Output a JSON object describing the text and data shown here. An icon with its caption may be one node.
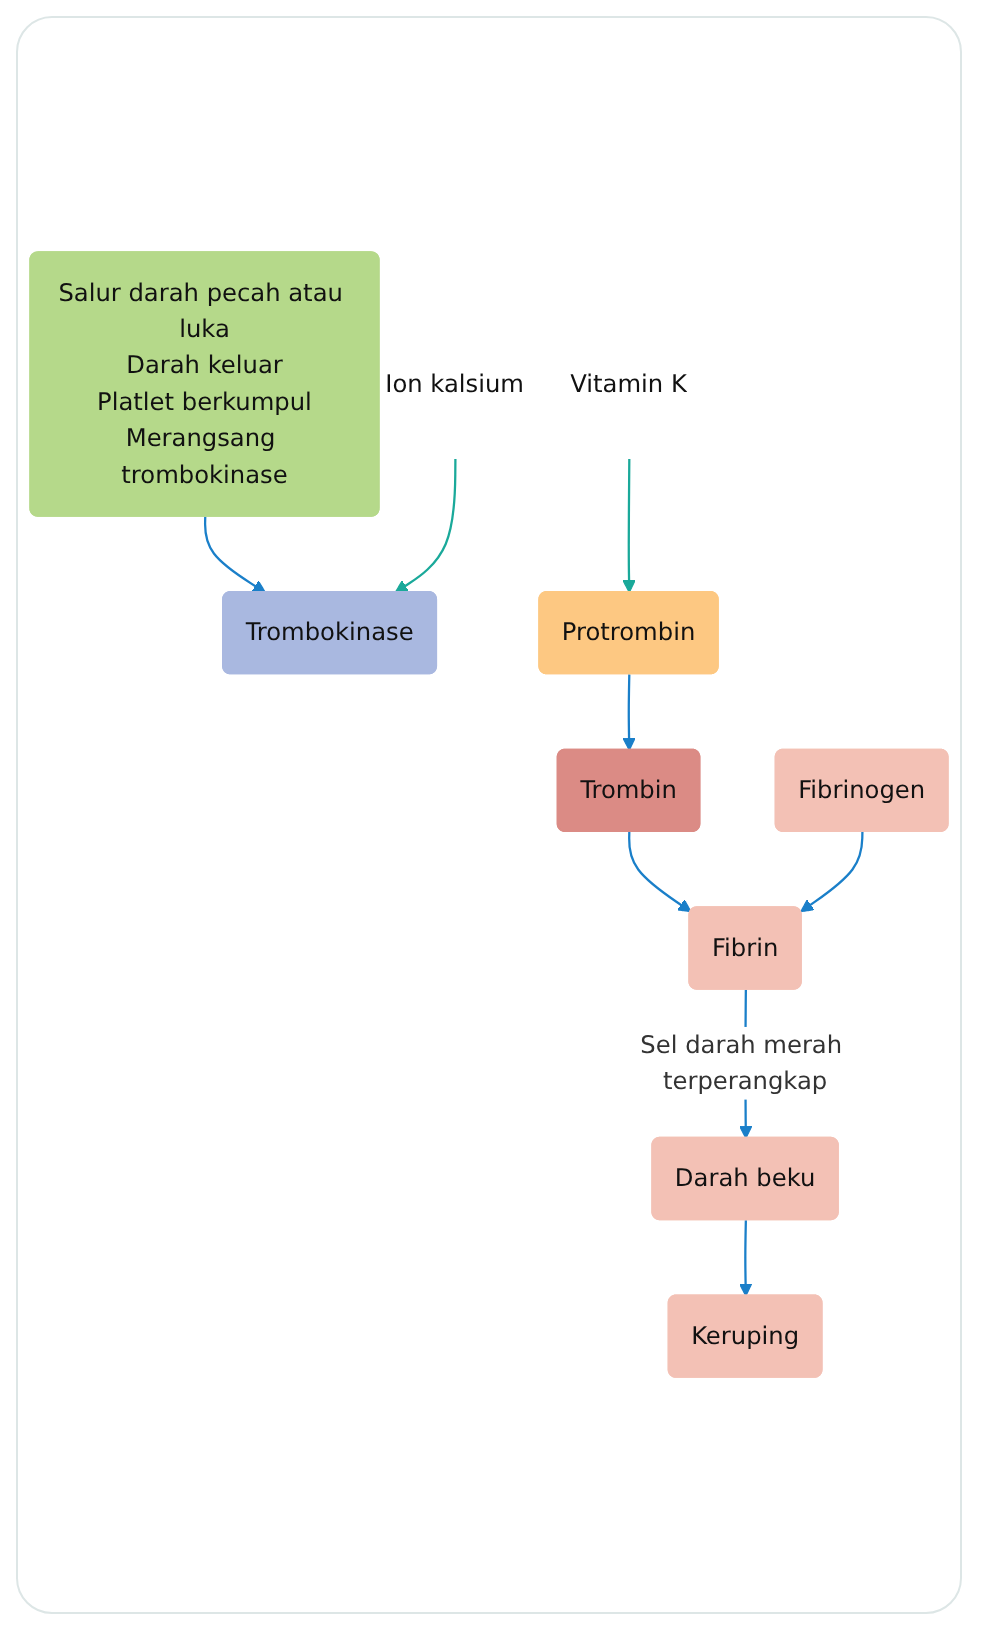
{
  "diagram": {
    "nodes": [
      {
        "text": [
          "Salur darah pecah atau luka",
          "Darah keluar",
          "Platlet berkumpul",
          "Merangsang trombokinase"
        ]
      },
      {
        "text": [
          "Ion kalsium"
        ]
      },
      {
        "text": [
          "Trombokinase"
        ]
      },
      {
        "text": [
          "Protrombin"
        ]
      },
      {
        "text": [
          "Trombin"
        ]
      },
      {
        "text": [
          "Vitamin K"
        ]
      },
      {
        "text": [
          "Fibrin"
        ]
      },
      {
        "text": [
          "Fibrinogen"
        ]
      },
      {
        "text": [
          "Darah beku"
        ]
      },
      {
        "text": [
          "Keruping"
        ]
      }
    ],
    "edges": [
      {
        "from": 0,
        "to": 2,
        "arrow": "to"
      },
      {
        "from": 1,
        "to": 2,
        "arrow": "to",
        "color": "#1aa99a"
      },
      {
        "from": 3,
        "to": 4,
        "arrow": "to"
      },
      {
        "from": 5,
        "to": 3,
        "arrow": "to",
        "color": "#1aa99a"
      },
      {
        "from": 4,
        "to": 6,
        "arrow": "to"
      },
      {
        "from": 7,
        "to": 6,
        "arrow": "to"
      },
      {
        "from": 6,
        "to": 8,
        "arrow": "to",
        "label": "Sel darah merah terperangkap"
      },
      {
        "from": 8,
        "to": 9,
        "arrow": "to"
      }
    ]
  }
}
